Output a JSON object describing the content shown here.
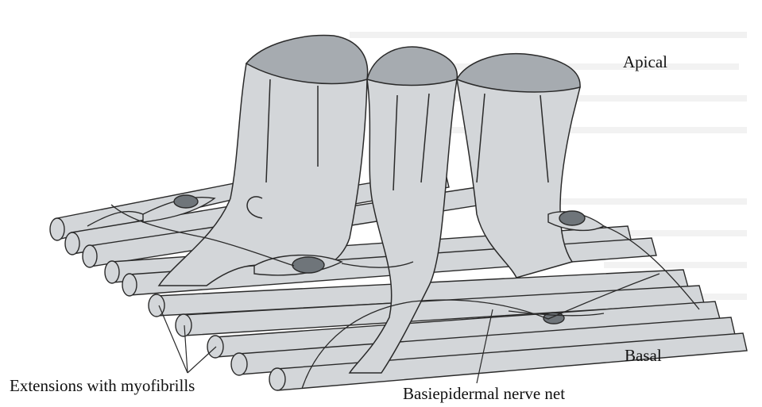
{
  "labels": {
    "apical": "Apical",
    "basal": "Basal",
    "extensions": "Extensions with myofibrills",
    "nerve_net": "Basiepidermal nerve net"
  },
  "colors": {
    "background": "#ffffff",
    "tissue_fill": "#d3d6d9",
    "tissue_top": "#a6abb0",
    "nucleus": "#6f757a",
    "outline": "#2a2a2a",
    "label_text": "#111111"
  }
}
